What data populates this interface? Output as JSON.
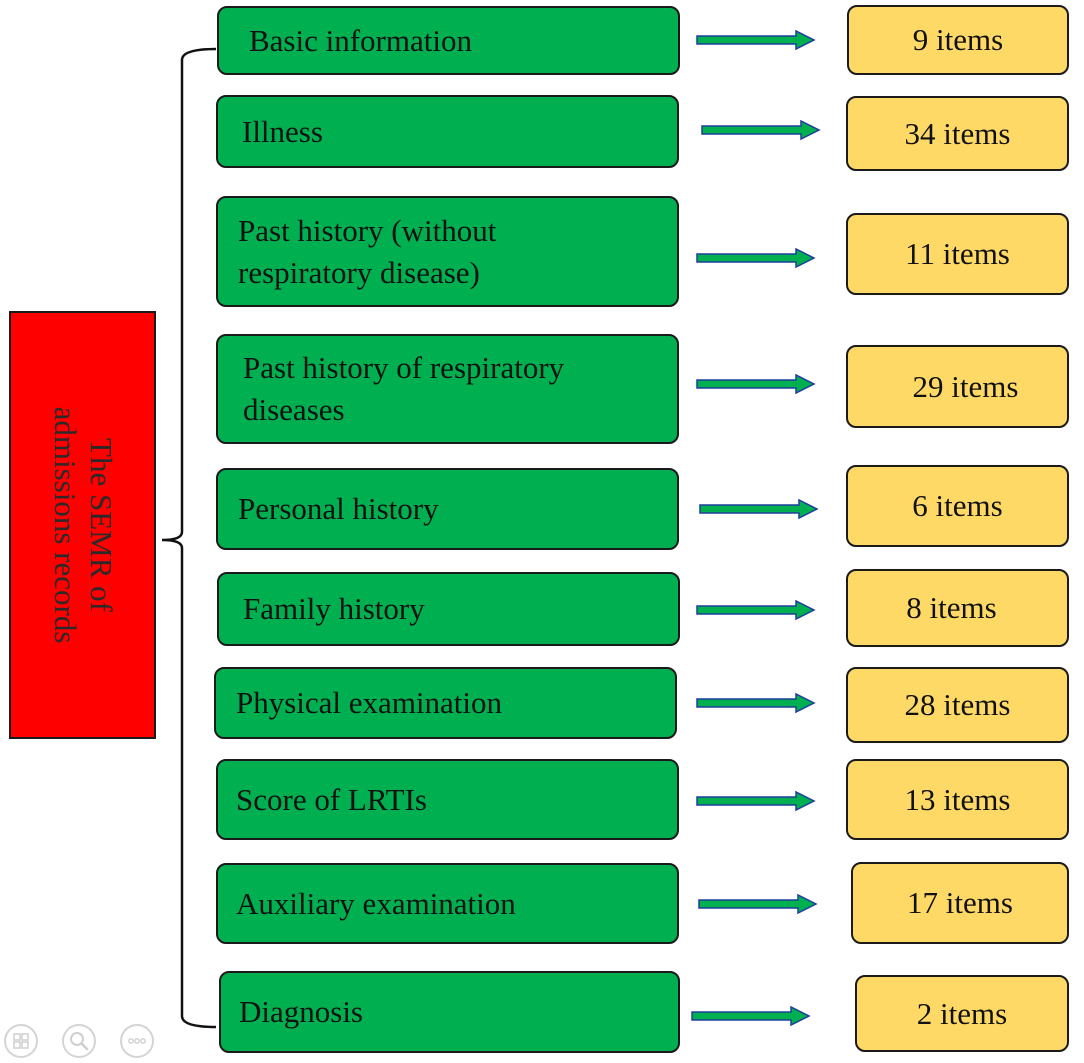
{
  "root": {
    "label_lines": [
      "The SEMR of",
      "admissions records"
    ]
  },
  "categories": [
    {
      "label_lines": [
        "Basic information"
      ],
      "count": "9 items"
    },
    {
      "label_lines": [
        "Illness"
      ],
      "count": "34 items"
    },
    {
      "label_lines": [
        "Past history (without",
        "respiratory disease)"
      ],
      "count": "11 items"
    },
    {
      "label_lines": [
        "Past history of respiratory",
        "diseases"
      ],
      "count": "29 items"
    },
    {
      "label_lines": [
        "Personal history"
      ],
      "count": "6 items"
    },
    {
      "label_lines": [
        "Family history"
      ],
      "count": "8 items"
    },
    {
      "label_lines": [
        "Physical examination"
      ],
      "count": "28 items"
    },
    {
      "label_lines": [
        "Score of LRTIs"
      ],
      "count": "13 items"
    },
    {
      "label_lines": [
        "Auxiliary examination"
      ],
      "count": "17 items"
    },
    {
      "label_lines": [
        "Diagnosis"
      ],
      "count": "2 items"
    }
  ],
  "colors": {
    "root_fill": "#ff0000",
    "category_fill": "#00b050",
    "count_fill": "#ffd966",
    "arrow_fill": "#00b050",
    "arrow_outline": "#1f3f9a"
  },
  "viewer_toolbar": {
    "icons": [
      "thumbnails-icon",
      "zoom-icon",
      "more-icon"
    ]
  }
}
